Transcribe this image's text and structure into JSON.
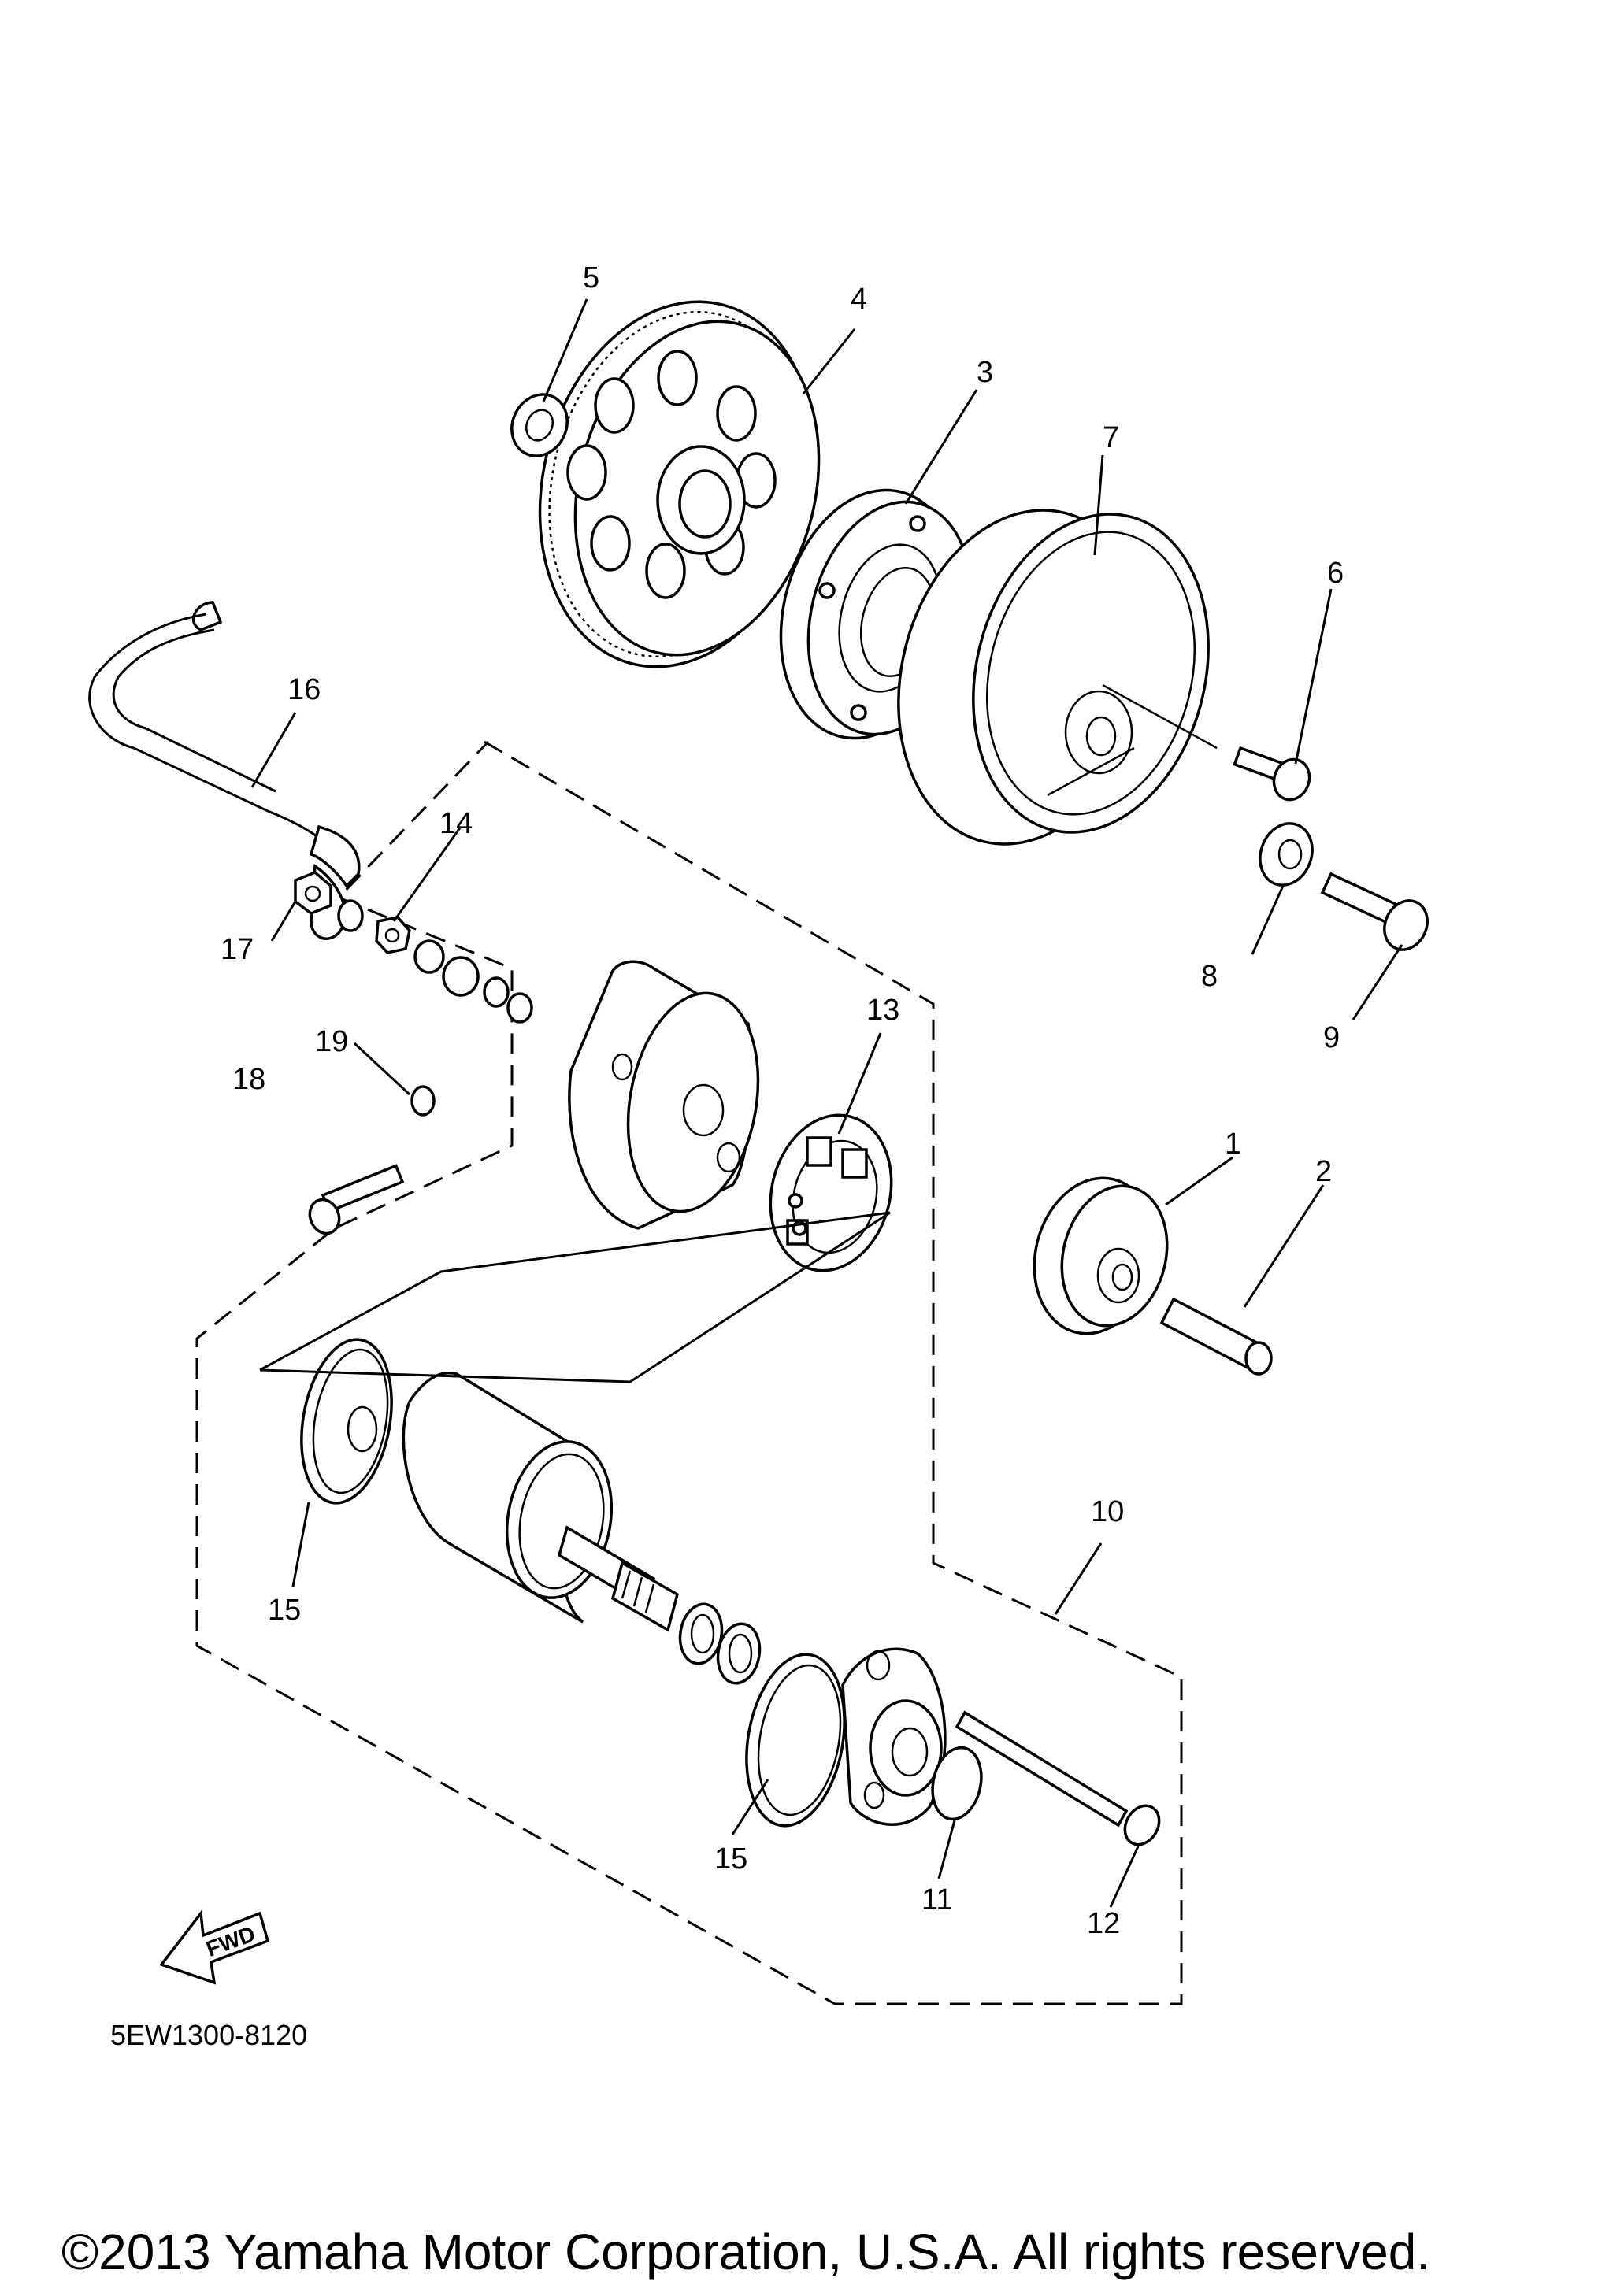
{
  "diagram_code": "5EW1300-8120",
  "copyright": "©2013 Yamaha Motor Corporation, U.S.A. All rights reserved.",
  "fwd_label": "FWD",
  "callouts": {
    "c1": "1",
    "c2": "2",
    "c3": "3",
    "c4": "4",
    "c5": "5",
    "c6": "6",
    "c7": "7",
    "c8": "8",
    "c9": "9",
    "c10": "10",
    "c11": "11",
    "c12": "12",
    "c13": "13",
    "c14": "14",
    "c15a": "15",
    "c15b": "15",
    "c16": "16",
    "c17": "17",
    "c18": "18",
    "c19": "19"
  }
}
